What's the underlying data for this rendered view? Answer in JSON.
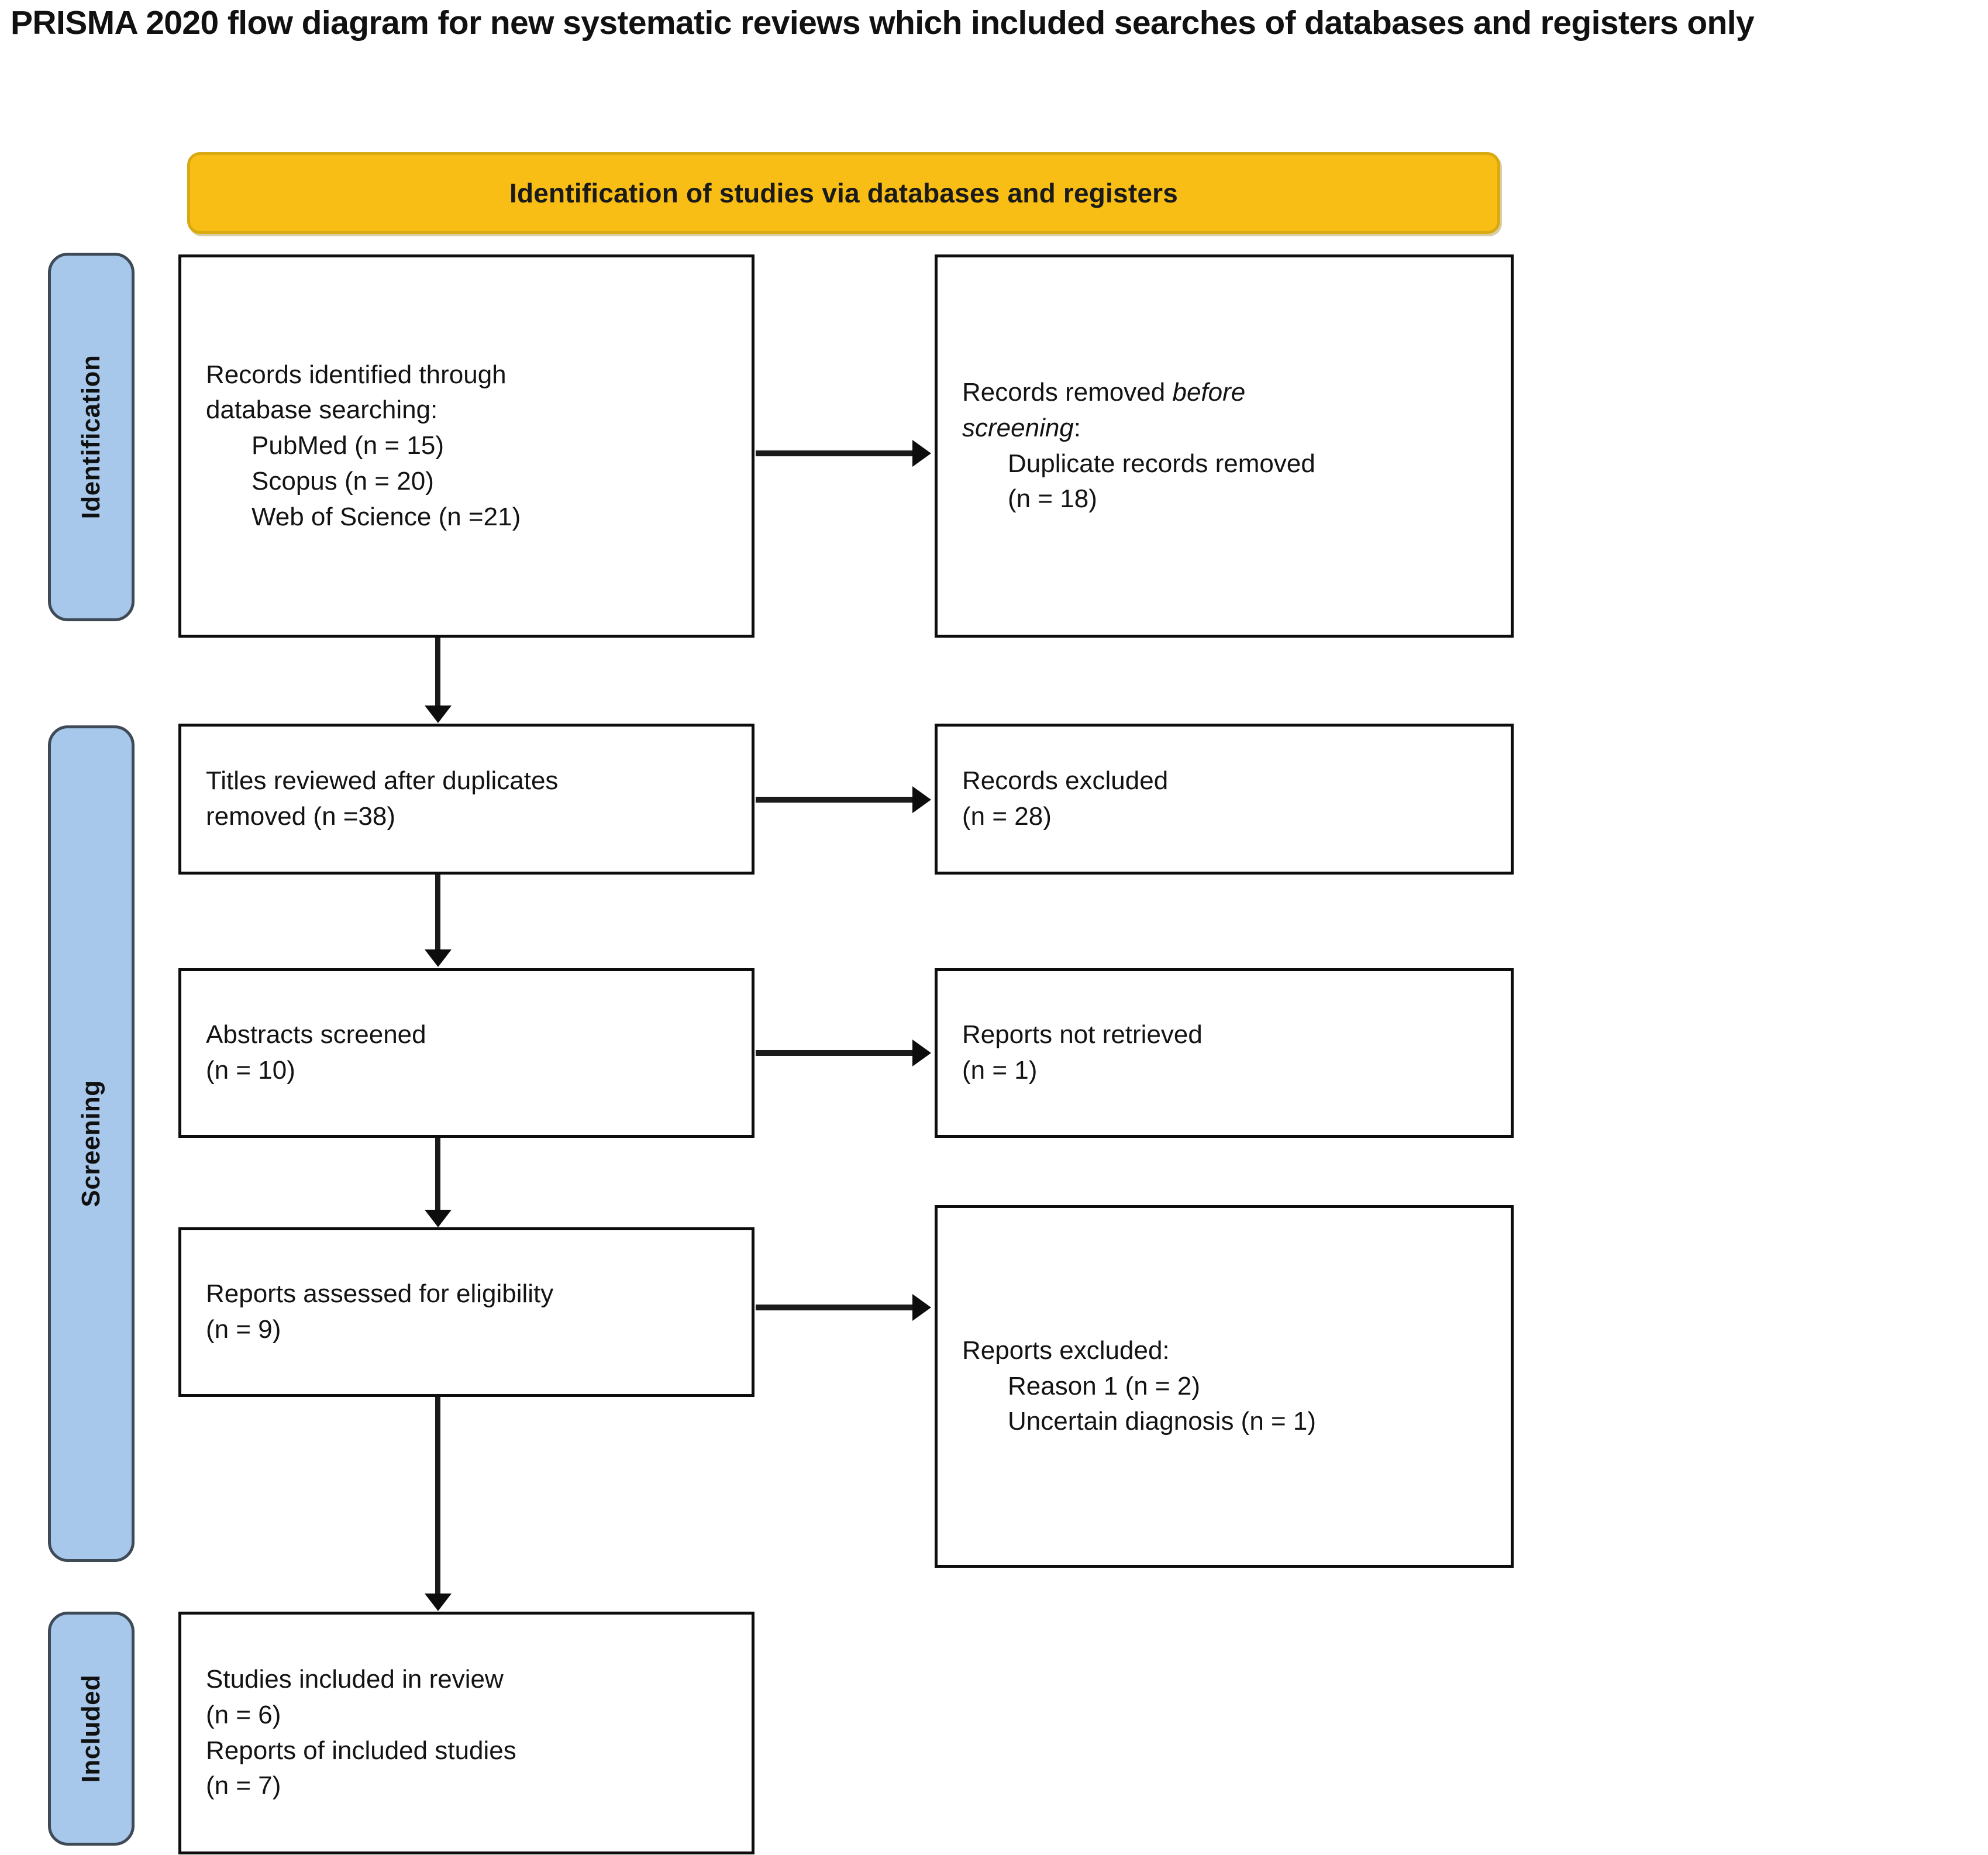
{
  "title": "PRISMA 2020 flow diagram for new systematic reviews which included searches of databases and registers only",
  "colors": {
    "banner_fill": "#f8be15",
    "banner_border": "#d9a912",
    "stage_fill": "#a7c8ea",
    "stage_border": "#3f4a57",
    "box_border": "#0d0d0d",
    "text": "#131313"
  },
  "banner": {
    "label": "Identification of studies via databases and registers"
  },
  "stages": [
    {
      "id": "identification",
      "label": "Identification"
    },
    {
      "id": "screening",
      "label": "Screening"
    },
    {
      "id": "included",
      "label": "Included"
    }
  ],
  "boxes": {
    "records_identified": {
      "lines": [
        "Records identified through",
        "database searching:",
        "PubMed (n = 15)",
        "Scopus (n = 20)",
        "Web of Science (n =21)"
      ]
    },
    "records_removed": {
      "lines": [
        "Records removed before",
        "screening:",
        "Duplicate records removed",
        "(n = 18)"
      ]
    },
    "titles_reviewed": {
      "lines": [
        "Titles reviewed after duplicates",
        "removed (n =38)"
      ]
    },
    "records_excluded": {
      "lines": [
        "Records excluded",
        "(n = 28)"
      ]
    },
    "abstracts_screened": {
      "lines": [
        "Abstracts screened",
        "(n = 10)"
      ]
    },
    "reports_not_retrieved": {
      "lines": [
        "Reports not retrieved",
        "(n = 1)"
      ]
    },
    "reports_assessed": {
      "lines": [
        "Reports assessed for eligibility",
        "(n = 9)"
      ]
    },
    "reports_excluded": {
      "lines": [
        "Reports excluded:",
        "Reason 1 (n = 2)",
        "Uncertain diagnosis (n = 1)"
      ]
    },
    "studies_included": {
      "lines": [
        "Studies included in review",
        "(n = 6)",
        "Reports of included studies",
        "(n = 7)"
      ]
    }
  },
  "chart_data": {
    "type": "diagram",
    "title": "PRISMA 2020 flow diagram for new systematic reviews which included searches of databases and registers only",
    "nodes": [
      {
        "id": "records_identified",
        "stage": "Identification",
        "label": "Records identified through database searching",
        "counts": {
          "PubMed": 15,
          "Scopus": 20,
          "Web of Science": 21
        }
      },
      {
        "id": "records_removed",
        "stage": "Identification",
        "label": "Records removed before screening: Duplicate records removed",
        "n": 18
      },
      {
        "id": "titles_reviewed",
        "stage": "Screening",
        "label": "Titles reviewed after duplicates removed",
        "n": 38
      },
      {
        "id": "records_excluded",
        "stage": "Screening",
        "label": "Records excluded",
        "n": 28
      },
      {
        "id": "abstracts_screened",
        "stage": "Screening",
        "label": "Abstracts screened",
        "n": 10
      },
      {
        "id": "reports_not_retrieved",
        "stage": "Screening",
        "label": "Reports not retrieved",
        "n": 1
      },
      {
        "id": "reports_assessed",
        "stage": "Screening",
        "label": "Reports assessed for eligibility",
        "n": 9
      },
      {
        "id": "reports_excluded",
        "stage": "Screening",
        "label": "Reports excluded",
        "reasons": {
          "Reason 1": 2,
          "Uncertain diagnosis": 1
        }
      },
      {
        "id": "studies_included",
        "stage": "Included",
        "label": "Studies included in review",
        "n": 6,
        "reports_of_included_studies": 7
      }
    ],
    "edges": [
      {
        "from": "records_identified",
        "to": "records_removed",
        "direction": "right"
      },
      {
        "from": "records_identified",
        "to": "titles_reviewed",
        "direction": "down"
      },
      {
        "from": "titles_reviewed",
        "to": "records_excluded",
        "direction": "right"
      },
      {
        "from": "titles_reviewed",
        "to": "abstracts_screened",
        "direction": "down"
      },
      {
        "from": "abstracts_screened",
        "to": "reports_not_retrieved",
        "direction": "right"
      },
      {
        "from": "abstracts_screened",
        "to": "reports_assessed",
        "direction": "down"
      },
      {
        "from": "reports_assessed",
        "to": "reports_excluded",
        "direction": "right"
      },
      {
        "from": "reports_assessed",
        "to": "studies_included",
        "direction": "down"
      }
    ]
  }
}
